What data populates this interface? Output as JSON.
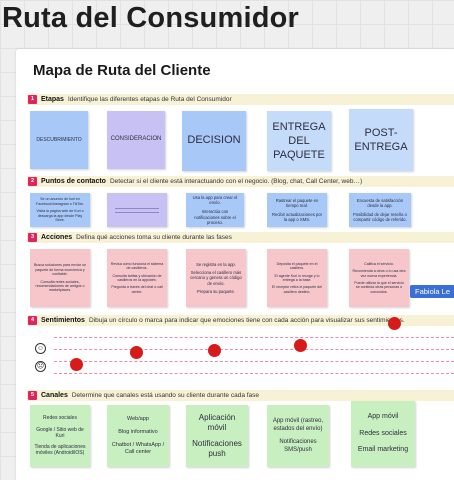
{
  "page_title": "Ruta del Consumidor",
  "board_title": "Mapa de Ruta del Cliente",
  "stages": [
    {
      "num": "1",
      "name": "Etapas",
      "desc": "Identifique las diferentes etapas de Ruta del Consumidor"
    },
    {
      "num": "2",
      "name": "Puntos de contacto",
      "desc": "Detectar si el cliente está interactuando con el negocio. (Blog, chat, Call Center, web…)"
    },
    {
      "num": "3",
      "name": "Acciones",
      "desc": "Defina qué acciones toma su cliente durante las fases"
    },
    {
      "num": "4",
      "name": "Sentimientos",
      "desc": "Dibuja un círculo o marca para indicar que  emociones tiene con cada acción para visualizar sus sentimientos."
    },
    {
      "num": "5",
      "name": "Canales",
      "desc": "Determine que canales está usando su cliente durante cada fase"
    }
  ],
  "etapas": [
    "DESCUBRIMIENTO",
    "CONSIDERACION",
    "DECISION",
    "ENTREGA DEL PAQUETE",
    "POST-ENTREGA"
  ],
  "contacto": [
    {
      "l1": "Se un anuncio de kuri en Facebook/Instagram o TikTok.",
      "l2": "Visita la página web de Kuri o descarga la app desde Play Store."
    },
    {
      "l1": "",
      "l2": ""
    },
    {
      "l1": "Usa la app para crear el envío.",
      "l2": "Interactúa con notificaciones sobre el proceso."
    },
    {
      "l1": "Rastrear el paquete en tiempo real.",
      "l2": "Recibir actualizaciones por la app o SMS."
    },
    {
      "l1": "Encuesta de satisfacción desde la app.",
      "l2": "Posibilidad de dejar reseña o compartir código de referido."
    }
  ],
  "acciones": [
    {
      "l1": "Busca soluciones para enviar un paquete de forma económica y confiable.",
      "l2": "Consulta redes sociales, recomendaciones de amigos o marketplaces."
    },
    {
      "l1": "Revisa cómo funciona el sistema de casilleros.",
      "l2": "Consulta tarifas y ubicación de casilleros en la app/web.",
      "l3": "Pregunta a través del chat o call center."
    },
    {
      "l1": "Se registra en la app.",
      "l2": "Selecciona el casillero más cercano y genera un código de envío.",
      "l3": "Prepara su paquete."
    },
    {
      "l1": "Deposita el paquete en el casillero.",
      "l2": "El agente Kuri lo recoge y lo entrega a la base.",
      "l3": "El receptor retira el paquete del casillero destino."
    },
    {
      "l1": "Califica el servicio.",
      "l2": "Recomienda a otros o lo usa otra vez nueva experiencia.",
      "l3": "Puede utilizar la que el servicio se continúa otras personas o conocidos."
    }
  ],
  "happy_face": "☺",
  "sad_face": "☹",
  "cursor_label": "Fabiola Le",
  "canales": [
    [
      "Redes sociales",
      "Google / Sitio web de Kuri",
      "Tienda de aplicaciones móviles (Android/iOS)"
    ],
    [
      "Web/app",
      "Blog informativo",
      "Chatbot / WhatsApp / Call center"
    ],
    [
      "Aplicación móvil",
      "Notificaciones push"
    ],
    [
      "App móvil (rastreo, estados del envío)",
      "Notificaciones SMS/push"
    ],
    [
      "App móvil",
      "Redes sociales",
      "Email marketing"
    ]
  ]
}
